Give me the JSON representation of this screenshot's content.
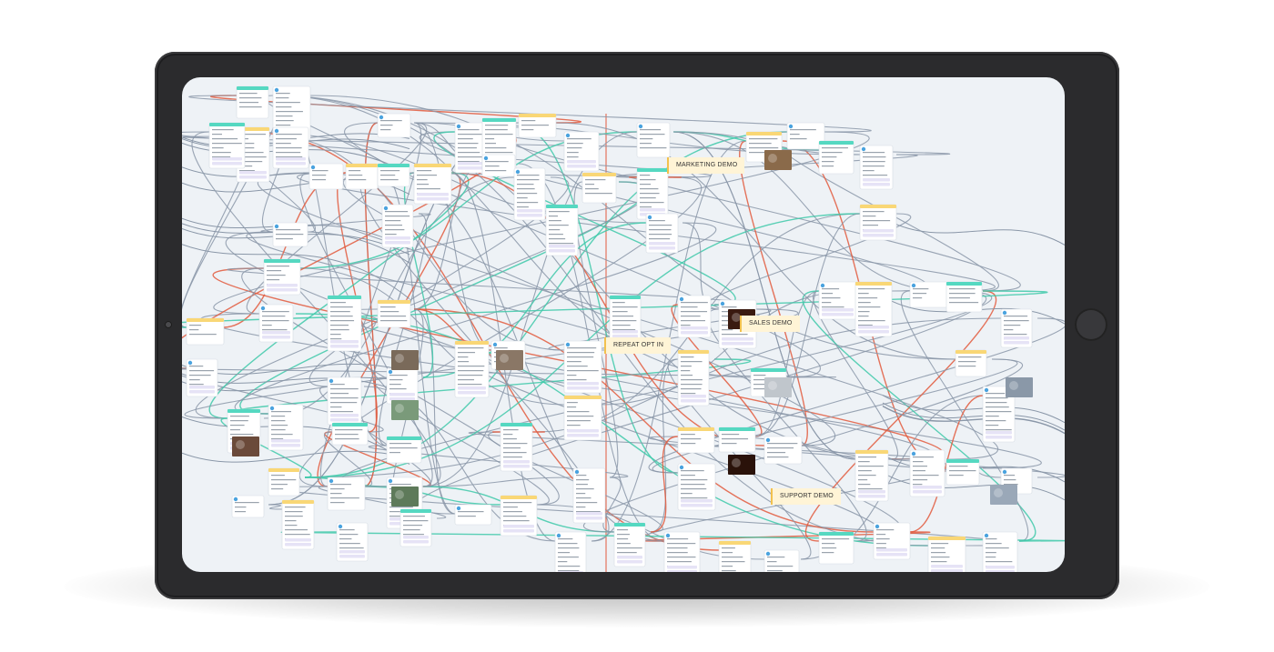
{
  "canvas": {
    "labels": [
      "MARKETING DEMO",
      "SALES DEMO",
      "REPEAT OPT IN",
      "SUPPORT DEMO"
    ]
  },
  "colors": {
    "tablet_frame": "#2b2b2d",
    "screen_background": "#eef2f6",
    "connector_gray": "#8a97a8",
    "connector_teal": "#3ec9a9",
    "connector_red": "#e25b3d",
    "node_card": "#ffffff",
    "node_header_teal": "#55d8c1",
    "node_header_yellow": "#f9d776",
    "node_button": "#e6e3f6",
    "label_background": "#fff4d6"
  },
  "icons": [
    "start-node-icon",
    "bot-node-icon",
    "image-thumbnail"
  ]
}
